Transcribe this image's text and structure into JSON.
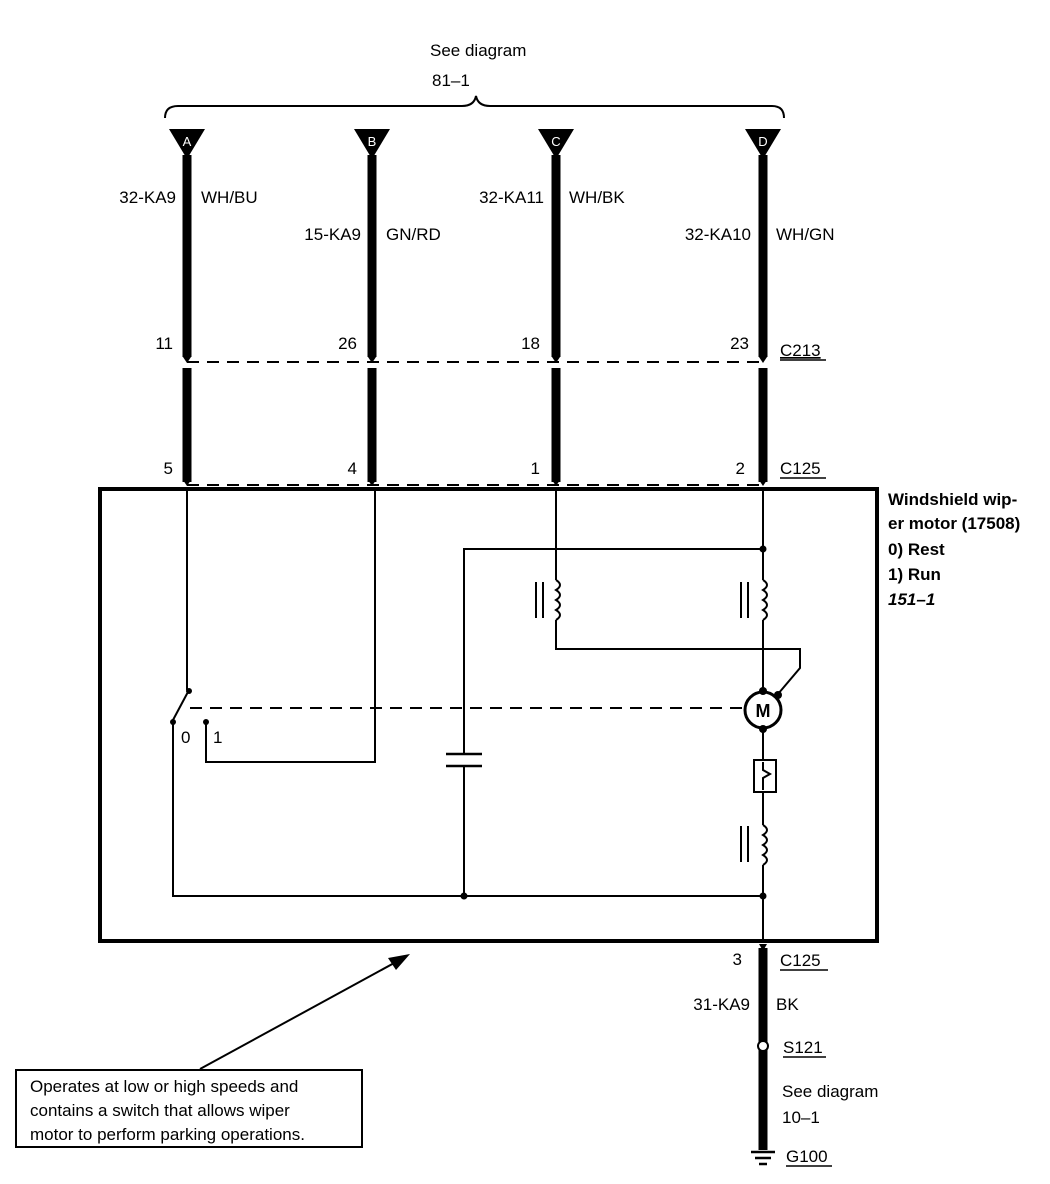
{
  "header": {
    "see_diagram_line1": "See diagram",
    "see_diagram_line2": "81–1"
  },
  "connectors": [
    {
      "letter": "A",
      "circuit": "32-KA9",
      "color": "WH/BU",
      "c213_pin": "11",
      "c125_pin": "5"
    },
    {
      "letter": "B",
      "circuit": "15-KA9",
      "color": "GN/RD",
      "c213_pin": "26",
      "c125_pin": "4"
    },
    {
      "letter": "C",
      "circuit": "32-KA11",
      "color": "WH/BK",
      "c213_pin": "18",
      "c125_pin": "1"
    },
    {
      "letter": "D",
      "circuit": "32-KA10",
      "color": "WH/GN",
      "c213_pin": "23",
      "c125_pin": "2"
    }
  ],
  "connector_ids": {
    "c213": "C213",
    "c125_top": "C125",
    "c125_bottom": "C125"
  },
  "component": {
    "name_line1": "Windshield wip-",
    "name_line2": "er motor (17508)",
    "state0": "0)    Rest",
    "state1": "1)    Run",
    "ref": "151–1",
    "motor_symbol": "M",
    "switch_pos0": "0",
    "switch_pos1": "1"
  },
  "ground_path": {
    "pin": "3",
    "circuit": "31-KA9",
    "color": "BK",
    "splice": "S121",
    "see_diagram_line1": "See diagram",
    "see_diagram_line2": "10–1",
    "ground": "G100"
  },
  "note": {
    "line1": "Operates at low or high speeds and",
    "line2": "contains a switch that allows wiper",
    "line3": "motor to perform parking operations."
  }
}
